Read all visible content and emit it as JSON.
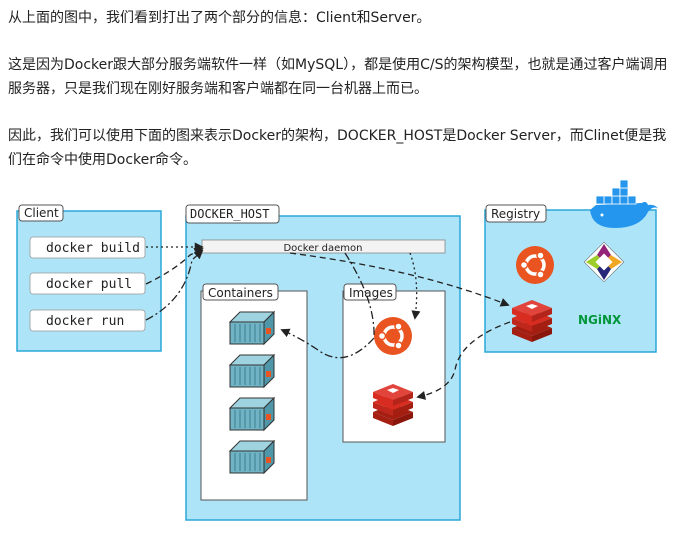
{
  "text": {
    "p1": "从上面的图中，我们看到打出了两个部分的信息：Client和Server。",
    "p2": "这是因为Docker跟大部分服务端软件一样（如MySQL），都是使用C/S的架构模型，也就是通过客户端调用服务器，只是我们现在刚好服务端和客户端都在同一台机器上而已。",
    "p3": "因此，我们可以使用下面的图来表示Docker的架构，DOCKER_HOST是Docker Server，而Clinet便是我们在命令中使用Docker命令。"
  },
  "diagram": {
    "client": {
      "label": "Client",
      "commands": [
        "docker build",
        "docker pull",
        "docker run"
      ]
    },
    "host": {
      "label": "DOCKER_HOST",
      "daemon": "Docker daemon",
      "containers_label": "Containers",
      "images_label": "Images"
    },
    "registry": {
      "label": "Registry",
      "nginx": "NGiNX"
    },
    "colors": {
      "panel_fill": "#aee4f7",
      "panel_stroke": "#2aa8d9",
      "ubuntu": "#e95420",
      "redis": "#d82c20",
      "container": "#6fb3c4",
      "nginx": "#009639",
      "docker_whale": "#2496ed"
    }
  }
}
